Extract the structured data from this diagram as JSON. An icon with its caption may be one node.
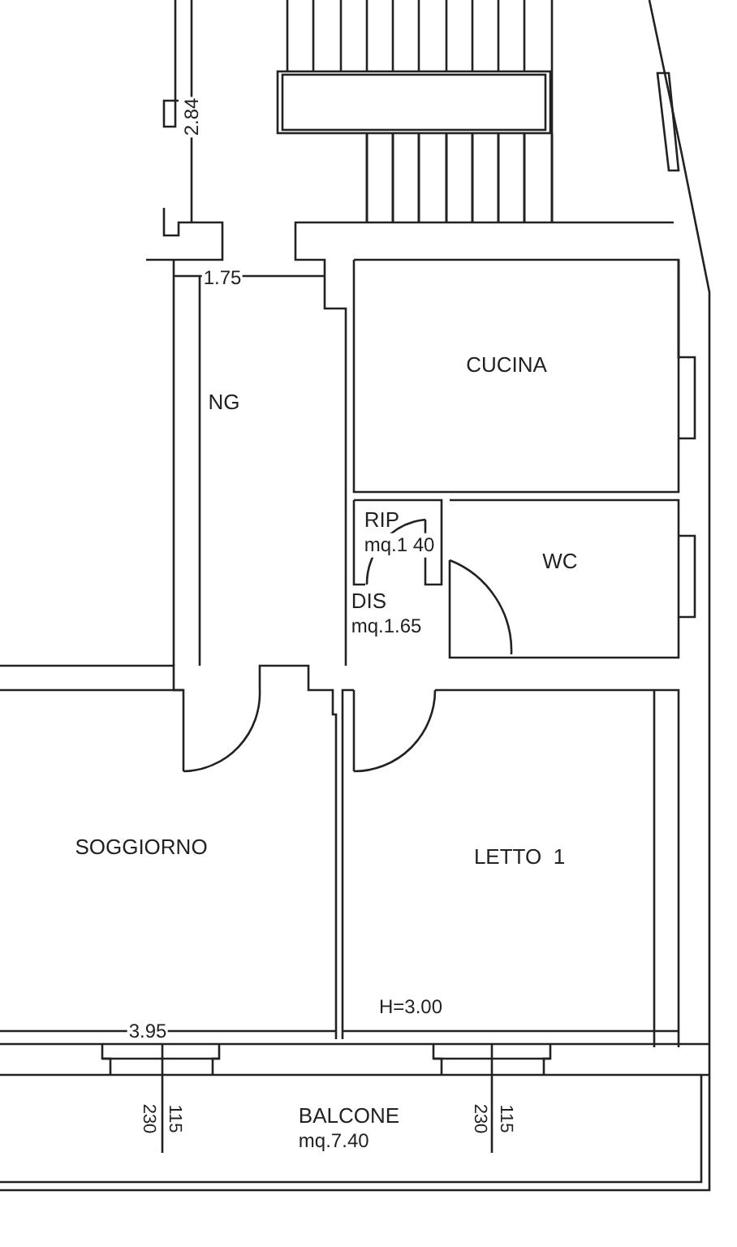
{
  "diagram": {
    "nodes": [
      {
        "text": [
          "NG"
        ]
      },
      {
        "text": [
          "CUCINA"
        ]
      },
      {
        "text": [
          "RIP",
          "mq.1 40"
        ]
      },
      {
        "text": [
          "DIS",
          "mq.1.65"
        ]
      },
      {
        "text": [
          "WC"
        ]
      },
      {
        "text": [
          "SOGGIORNO"
        ]
      },
      {
        "text": [
          "LETTO  1"
        ]
      },
      {
        "text": [
          "BALCONE",
          "mq.7.40"
        ]
      }
    ],
    "edges": [],
    "labels": [
      "2.84",
      "1.75",
      "H=3.00",
      "3.95",
      "230",
      "115",
      "230",
      "115"
    ]
  }
}
